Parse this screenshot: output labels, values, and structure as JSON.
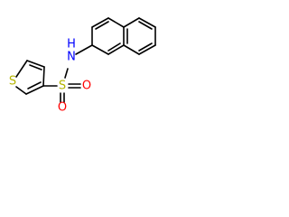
{
  "molecule": {
    "atoms": {
      "sulfur_ring": {
        "symbol": "S",
        "color": "#b5b500"
      },
      "sulfur_sulfonyl": {
        "symbol": "S",
        "color": "#b5b500"
      },
      "nitrogen": {
        "symbol": "N",
        "color": "#0000ff"
      },
      "hydrogen": {
        "symbol": "H",
        "color": "#0000ff"
      },
      "oxygen_right": {
        "symbol": "O",
        "color": "#ff0000"
      },
      "oxygen_below": {
        "symbol": "O",
        "color": "#ff0000"
      }
    },
    "bond_color": "#000000"
  }
}
